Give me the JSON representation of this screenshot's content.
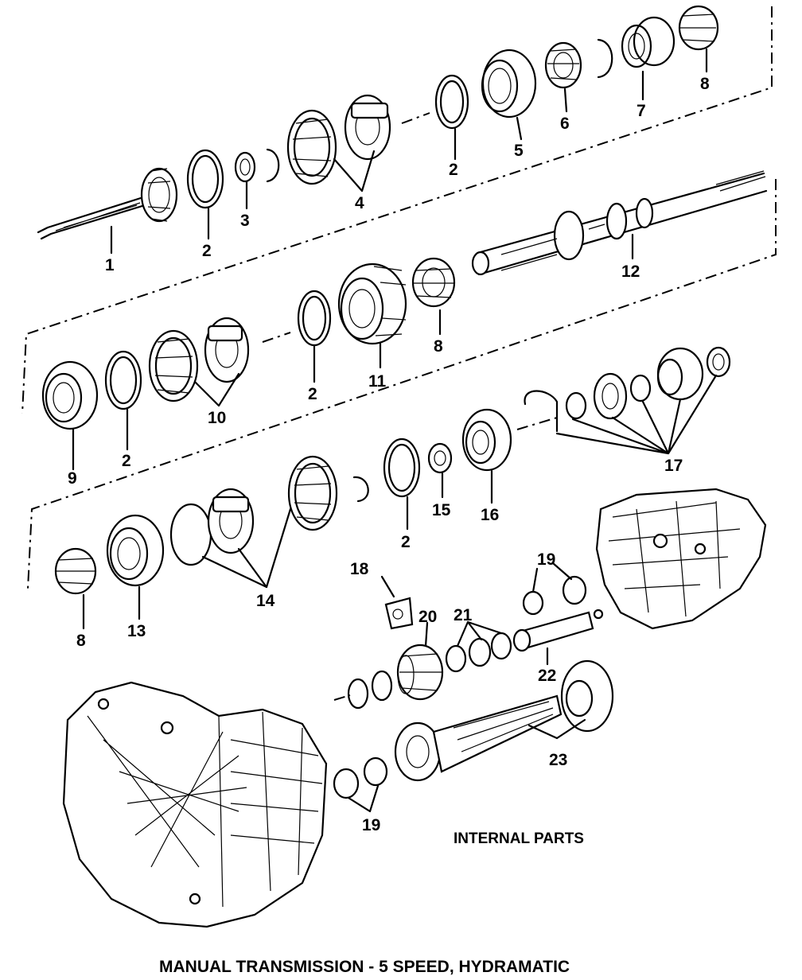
{
  "diagram": {
    "footer_title": "MANUAL TRANSMISSION - 5 SPEED, HYDRAMATIC",
    "section_label": "INTERNAL PARTS",
    "callouts": {
      "c1": "1",
      "c2a": "2",
      "c2b": "2",
      "c2c": "2",
      "c2d": "2",
      "c2e": "2",
      "c3": "3",
      "c4": "4",
      "c5": "5",
      "c6": "6",
      "c7": "7",
      "c8a": "8",
      "c8b": "8",
      "c8c": "8",
      "c9": "9",
      "c10": "10",
      "c11": "11",
      "c12": "12",
      "c13": "13",
      "c14": "14",
      "c15": "15",
      "c16": "16",
      "c17": "17",
      "c18": "18",
      "c19a": "19",
      "c19b": "19",
      "c20": "20",
      "c21": "21",
      "c22": "22",
      "c23": "23"
    }
  }
}
